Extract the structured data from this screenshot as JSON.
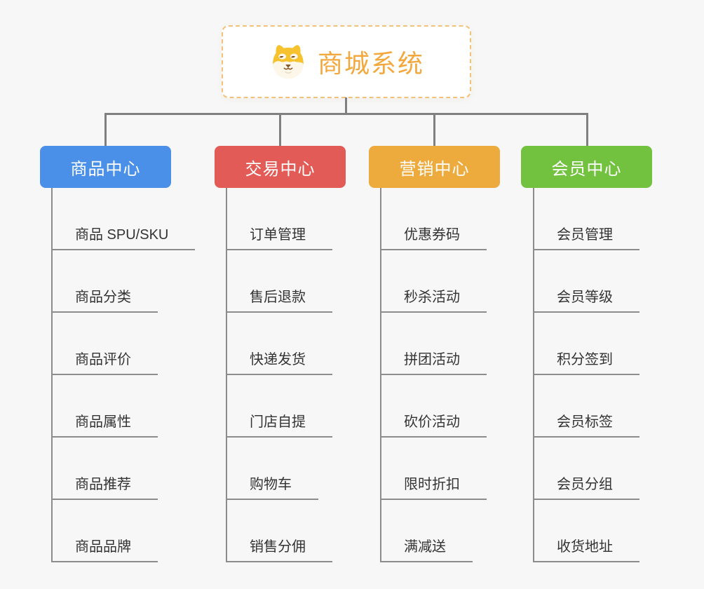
{
  "canvas": {
    "background": "#f7f7f7",
    "connector_color": "#808080",
    "leaf_line_color": "#8c8c8c"
  },
  "root": {
    "title": "商城系统",
    "icon": "shiba-dog-icon",
    "title_color": "#f2a83c",
    "border_color": "#f3c27a"
  },
  "branches": [
    {
      "id": "product-center",
      "label": "商品中心",
      "color": "#4a8fe8",
      "items": [
        "商品 SPU/SKU",
        "商品分类",
        "商品评价",
        "商品属性",
        "商品推荐",
        "商品品牌"
      ]
    },
    {
      "id": "trade-center",
      "label": "交易中心",
      "color": "#e25b56",
      "items": [
        "订单管理",
        "售后退款",
        "快递发货",
        "门店自提",
        "购物车",
        "销售分佣"
      ]
    },
    {
      "id": "marketing-center",
      "label": "营销中心",
      "color": "#edaa3d",
      "items": [
        "优惠券码",
        "秒杀活动",
        "拼团活动",
        "砍价活动",
        "限时折扣",
        "满减送"
      ]
    },
    {
      "id": "member-center",
      "label": "会员中心",
      "color": "#72c13f",
      "items": [
        "会员管理",
        "会员等级",
        "积分签到",
        "会员标签",
        "会员分组",
        "收货地址"
      ]
    }
  ]
}
